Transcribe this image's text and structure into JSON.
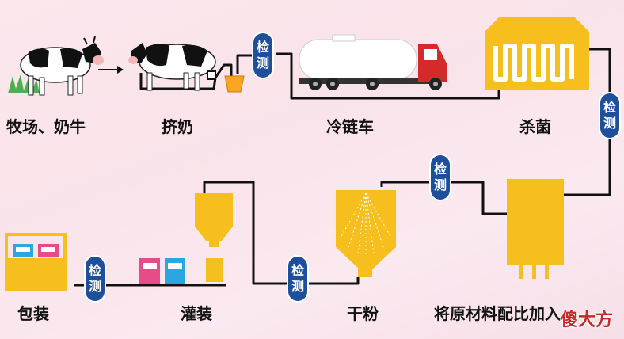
{
  "steps": {
    "farm": "牧场、奶牛",
    "milking": "挤奶",
    "cold_chain": "冷链车",
    "sterilize": "杀菌",
    "mix": "将原材料配比加入",
    "dry_powder": "干粉",
    "canning": "灌装",
    "packaging": "包装"
  },
  "check_label": {
    "top": "检",
    "bottom": "测"
  },
  "colors": {
    "yellow": "#f6bf1e",
    "pipe": "#111111",
    "check_badge": "#1d4f9c",
    "truck_red": "#d62a2a"
  },
  "watermark": "傻大方"
}
